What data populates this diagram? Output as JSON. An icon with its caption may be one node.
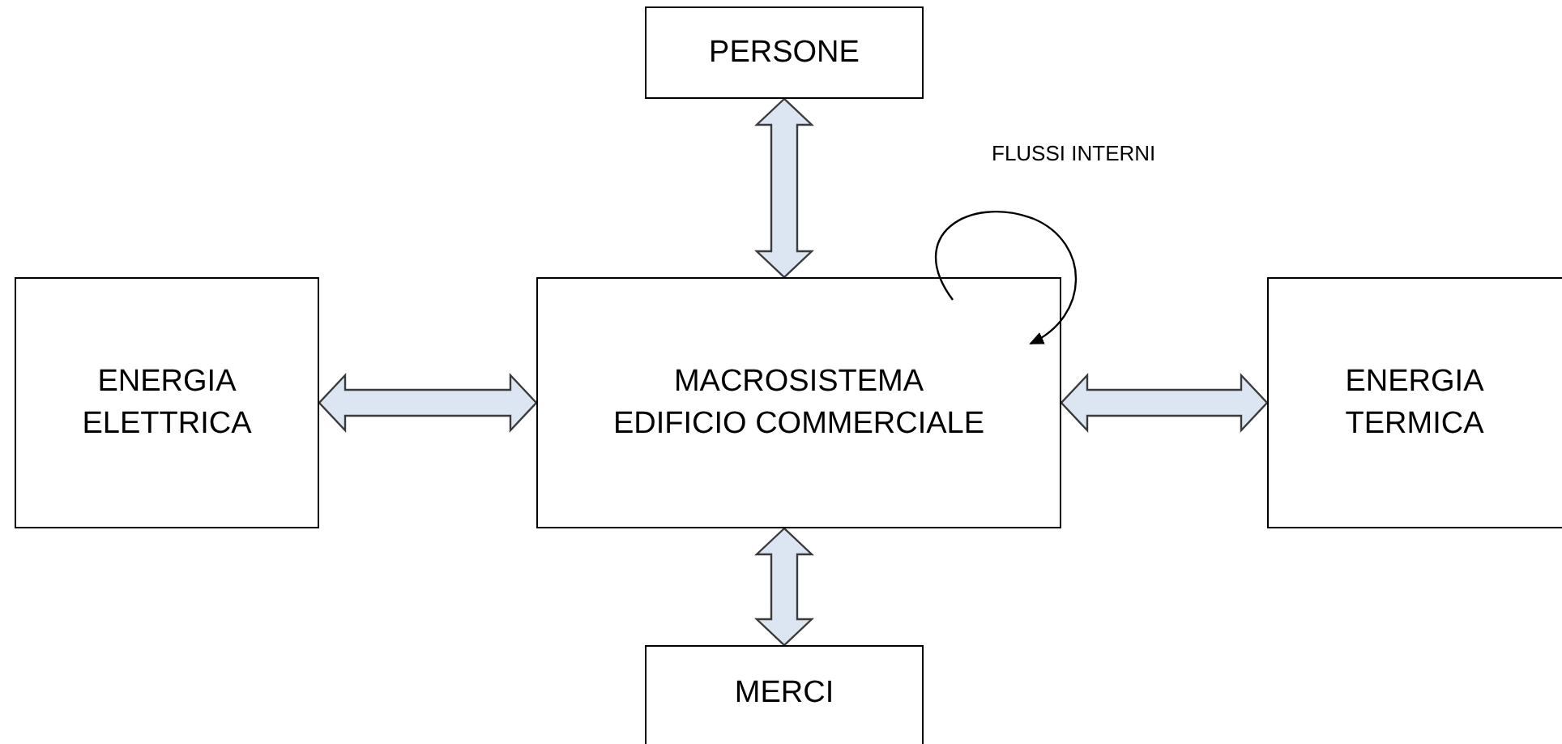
{
  "diagram": {
    "nodes": [
      {
        "text": [
          "PERSONE"
        ]
      },
      {
        "text": [
          "MACROSISTEMA EDIFICIO COMMERCIALE"
        ]
      },
      {
        "text": [
          "ENERGIA ELETTRICA"
        ]
      },
      {
        "text": [
          "ENERGIA TERMICA"
        ]
      },
      {
        "text": [
          "MERCI"
        ]
      }
    ],
    "edges": [
      {
        "from": 0,
        "to": 1,
        "arrow": "both"
      },
      {
        "from": 2,
        "to": 1,
        "arrow": "both"
      },
      {
        "from": 1,
        "to": 3,
        "arrow": "both"
      },
      {
        "from": 1,
        "to": 4,
        "arrow": "both"
      },
      {
        "from": 1,
        "to": 1,
        "arrow": "to",
        "label": "FLUSSI INTERNI"
      }
    ]
  }
}
